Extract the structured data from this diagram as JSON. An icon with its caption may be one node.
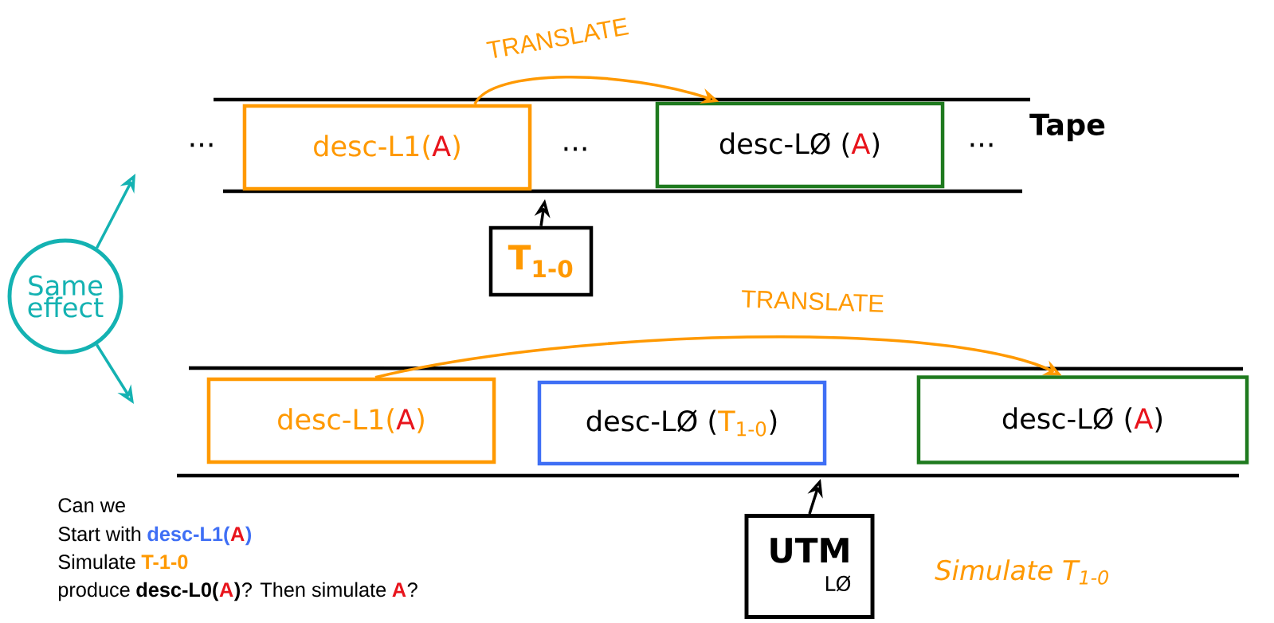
{
  "diagram": {
    "nodes": [
      {
        "text": [
          "desc-L1(",
          "A",
          ")"
        ]
      },
      {
        "text": [
          "desc-LØ (",
          "A",
          ")"
        ]
      },
      {
        "text": [
          "T$_{1-0}$"
        ]
      },
      {
        "text": [
          "Same effect"
        ]
      },
      {
        "text": [
          "desc-L1(",
          "A",
          ")"
        ]
      },
      {
        "text": [
          "desc-LØ (",
          "T$_{1-0}$",
          ")"
        ]
      },
      {
        "text": [
          "desc-LØ (",
          "A",
          ")"
        ]
      },
      {
        "text": [
          "UTM",
          "LØ"
        ]
      }
    ],
    "edges": [
      {
        "from": 0,
        "to": 1,
        "arrow": "to",
        "label": "TRANSLATE",
        "color": "#ff9900"
      },
      {
        "from": 4,
        "to": 6,
        "arrow": "to",
        "label": "TRANSLATE",
        "color": "#ff9900"
      },
      {
        "from": 2,
        "to": null,
        "arrow": "to",
        "color": "#000000"
      },
      {
        "from": 7,
        "to": null,
        "arrow": "to",
        "color": "#000000"
      },
      {
        "from": 3,
        "to": null,
        "arrow": "to",
        "color": "#14b2b2"
      },
      {
        "from": 3,
        "to": null,
        "arrow": "to",
        "color": "#14b2b2"
      }
    ],
    "labels": [
      "...",
      "...",
      "...",
      "Tape",
      "Simulate T$_{1-0}$",
      "Can we",
      "Start with",
      "desc-L1(",
      "A",
      ")",
      "Simulate",
      "T-1-0",
      "produce",
      "desc-L0(",
      "A",
      ")",
      "? Then simulate",
      "A",
      "?"
    ]
  }
}
